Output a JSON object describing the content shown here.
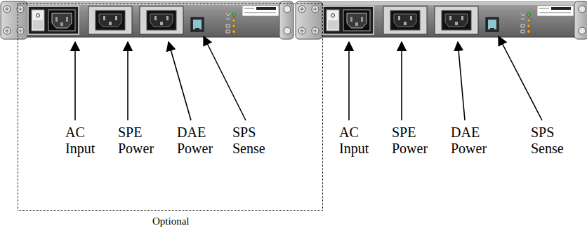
{
  "diagram": {
    "nodes": [
      {
        "text": [
          "Optional"
        ]
      }
    ],
    "labels": [
      "AC Input",
      "SPE Power",
      "DAE Power",
      "SPS Sense",
      "AC Input",
      "SPE Power",
      "DAE Power",
      "SPS Sense"
    ]
  }
}
